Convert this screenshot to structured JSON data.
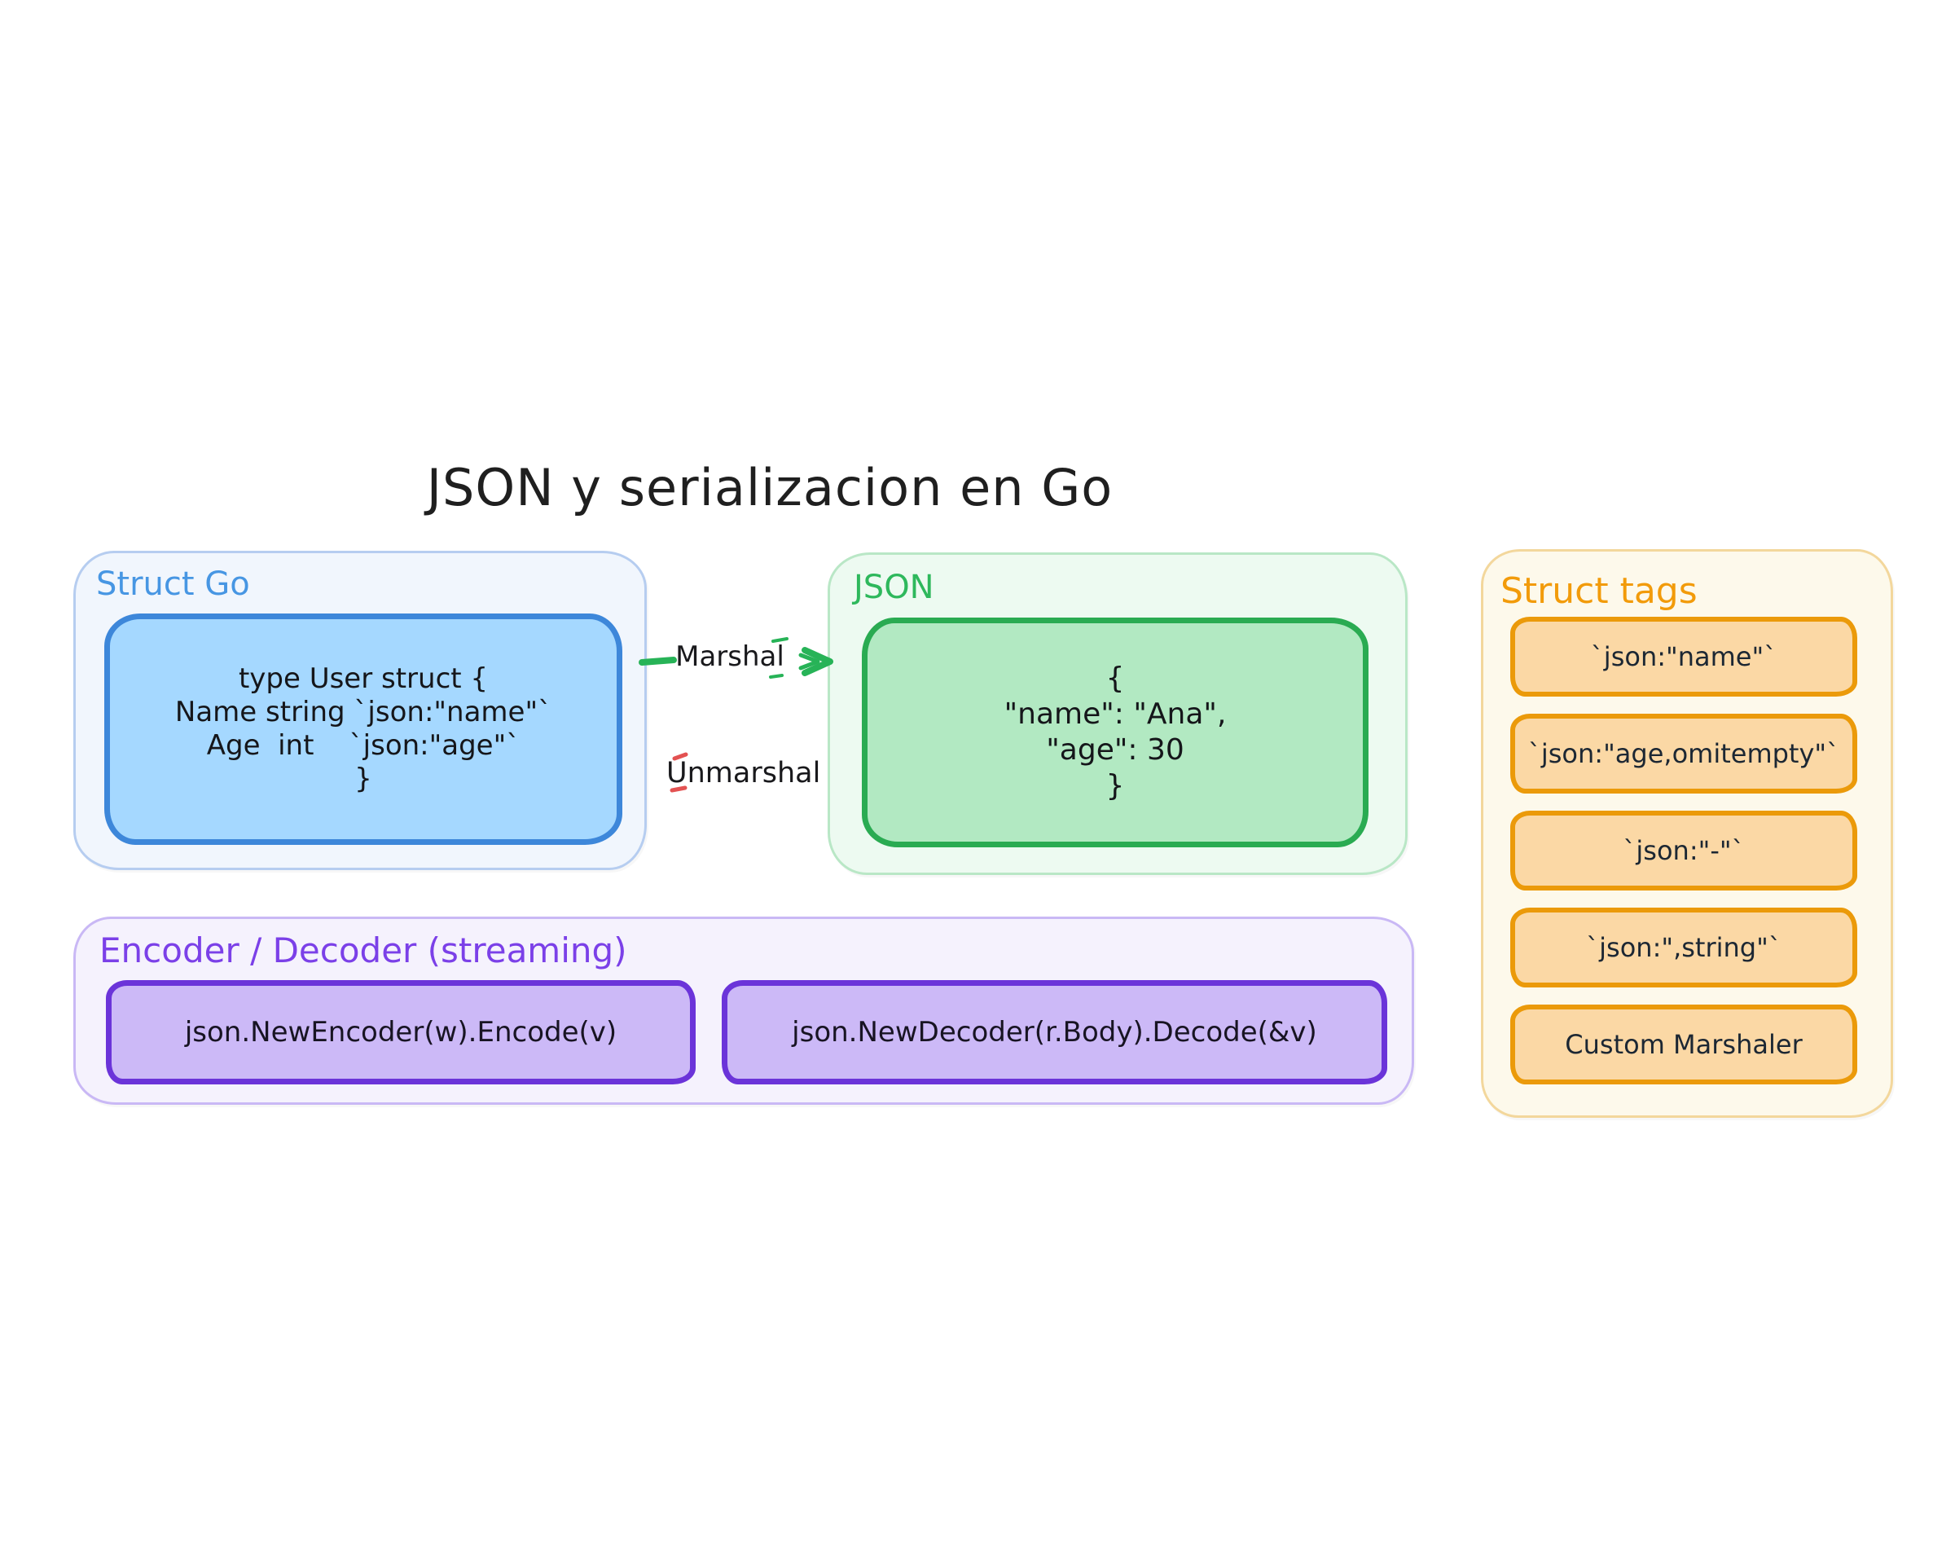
{
  "title": "JSON y serializacion en Go",
  "struct_go": {
    "label": "Struct Go",
    "code_lines": [
      "type User struct {",
      "Name string `json:\"name\"`",
      "Age  int    `json:\"age\"`",
      "}"
    ]
  },
  "json_box": {
    "label": "JSON",
    "lines": [
      "{",
      "\"name\": \"Ana\",",
      "\"age\": 30",
      "}"
    ]
  },
  "arrows": {
    "marshal_label": "Marshal",
    "unmarshal_label": "Unmarshal"
  },
  "encoder": {
    "label": "Encoder / Decoder (streaming)",
    "encode_code": "json.NewEncoder(w).Encode(v)",
    "decode_code": "json.NewDecoder(r.Body).Decode(&v)"
  },
  "struct_tags": {
    "label": "Struct tags",
    "tags": [
      "`json:\"name\"`",
      "`json:\"age,omitempty\"`",
      "`json:\"-\"`",
      "`json:\",string\"`",
      "Custom Marshaler"
    ]
  },
  "colors": {
    "blue_accent": "#4796e3",
    "blue_fill": "#a5d8ff",
    "green_accent": "#2eb85c",
    "green_fill": "#b2e9c2",
    "violet_accent": "#7b40e8",
    "violet_fill": "#ccb9f7",
    "orange_accent": "#f29b0a",
    "orange_fill": "#fbd8a5",
    "red_accent": "#e35252",
    "text_color": "#15161a"
  }
}
